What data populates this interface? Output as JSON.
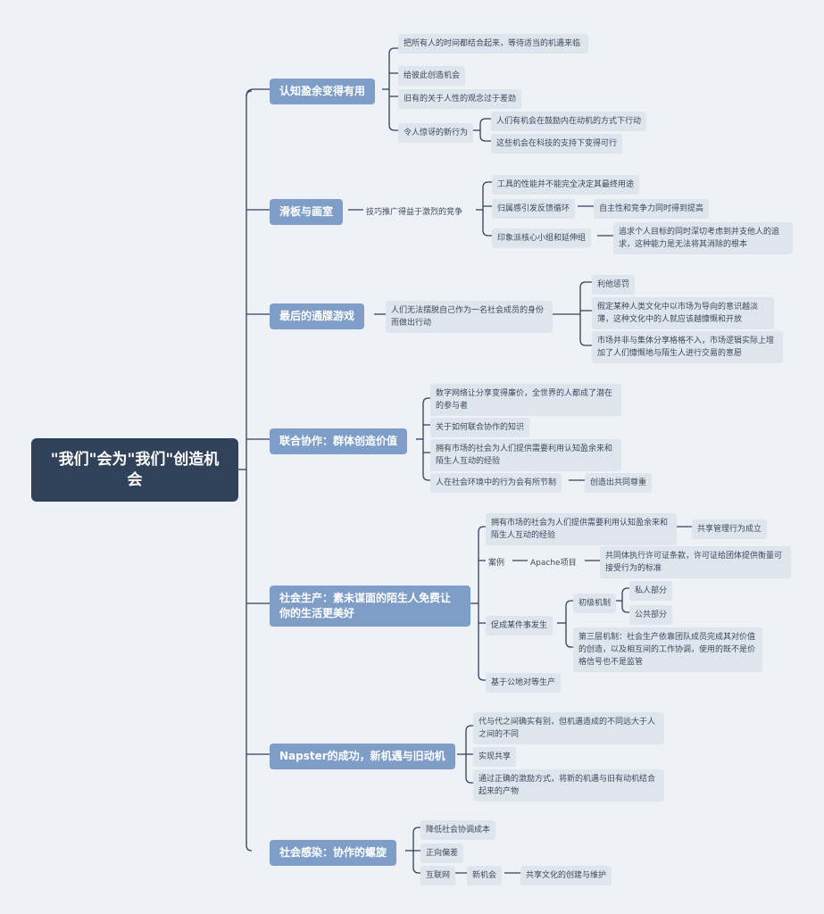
{
  "root": "\"我们\"会为\"我们\"创造机会",
  "branches": {
    "b1": {
      "title": "认知盈余变得有用",
      "items": [
        "把所有人的时间都结合起来，等待适当的机遇来临",
        "给彼此创造机会",
        "旧有的关于人性的观念过于差劲",
        "令人惊讶的新行为"
      ],
      "new_behavior": [
        "人们有机会在鼓励内在动机的方式下行动",
        "这些机会在科技的支持下变得可行"
      ]
    },
    "b2": {
      "title": "滑板与画室",
      "hub": "技巧推广得益于激烈的竞争",
      "items": [
        "工具的性能并不能完全决定其最终用途",
        "归属感引发反馈循环",
        "印象派核心小组和延伸组"
      ],
      "feedback_result": "自主性和竞争力同时得到提高",
      "impressionist_detail": "追求个人目标的同时深切考虑到并支他人的追求，这种能力是无法将其消除的根本"
    },
    "b3": {
      "title": "最后的通牒游戏",
      "hub": "人们无法摆脱自己作为一名社会成员的身份而做出行动",
      "items": [
        "利他惩罚",
        "假定某种人类文化中以市场为导向的意识越淡薄，这种文化中的人就应该越慷慨和开放",
        "市场并非与集体分享格格不入，市场逻辑实际上增加了人们慷慨地与陌生人进行交易的意愿"
      ]
    },
    "b4": {
      "title": "联合协作：群体创造价值",
      "items": [
        "数字网络让分享变得廉价，全世界的人都成了潜在的参与者",
        "关于如何联合协作的知识",
        "拥有市场的社会为人们提供需要利用认知盈余来和陌生人互动的经验",
        "人在社会环境中的行为会有所节制"
      ],
      "restraint_result": "创造出共同尊重"
    },
    "b5": {
      "title": "社会生产：素未谋面的陌生人免费让你的生活更美好",
      "items": [
        "拥有市场的社会为人们提供需要利用认知盈余来和陌生人互动的经验",
        "案例",
        "促成某件事发生",
        "基于公地对等生产"
      ],
      "market_result": "共享管理行为成立",
      "case_name": "Apache项目",
      "case_detail": "共同体执行许可证条款，许可证给团体提供衡量可接受行为的标准",
      "mechanism": {
        "primary": "初级机制",
        "primary_items": [
          "私人部分",
          "公共部分"
        ],
        "third": "第三层机制：社会生产依靠团队成员完成其对价值的创造，以及相互间的工作协调，使用的既不是价格信号也不是监管"
      }
    },
    "b6": {
      "title": "Napster的成功，新机遇与旧动机",
      "items": [
        "代与代之间确实有别，但机遇造成的不同远大于人之间的不同",
        "实现共享",
        "通过正确的激励方式，将新的机遇与旧有动机结合起来的产物"
      ]
    },
    "b7": {
      "title": "社会感染：协作的螺旋",
      "items": [
        "降低社会协调成本",
        "正向偏差",
        "互联网"
      ],
      "internet_chain": [
        "新机会",
        "共享文化的创建与维护"
      ]
    }
  },
  "colors": {
    "background": "#eef2f6",
    "root": "#30415a",
    "main_topic": "#7f9ec7",
    "subtopic": "#dfe5ed",
    "line": "#30415a"
  }
}
